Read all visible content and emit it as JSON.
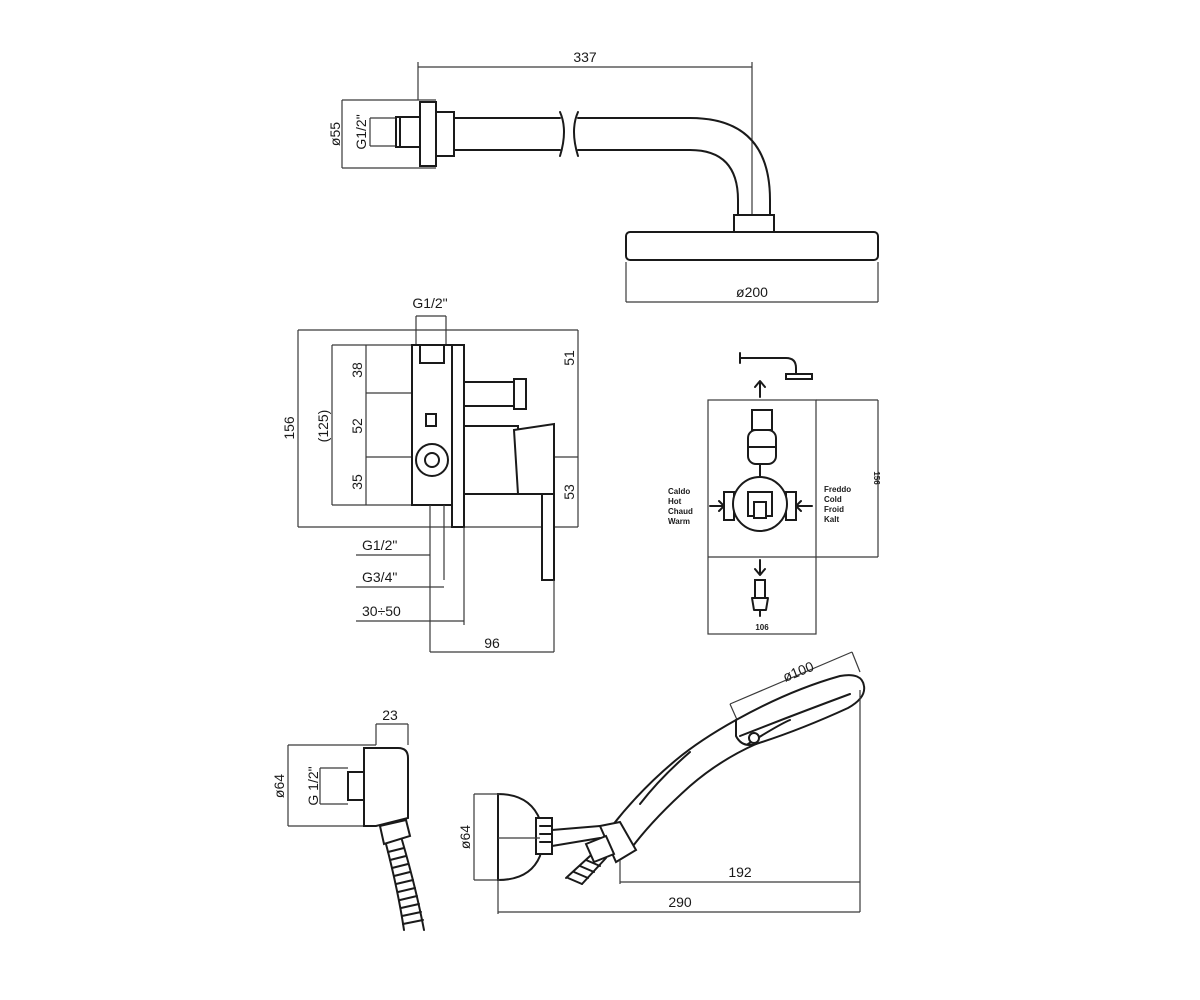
{
  "shower_arm": {
    "length": "337",
    "flange_diameter": "ø55",
    "thread": "G1/2\"",
    "head_diameter": "ø200"
  },
  "mixer": {
    "top_thread": "G1/2\"",
    "height_total": "156",
    "height_inner": "(125)",
    "segment_top": "38",
    "segment_mid": "52",
    "segment_bottom": "35",
    "right_top": "51",
    "right_bottom": "53",
    "inlet_thread": "G1/2\"",
    "outlet_thread": "G3/4\"",
    "wall_depth": "30÷50",
    "depth": "96"
  },
  "flow_diagram": {
    "hot_labels": [
      "Caldo",
      "Hot",
      "Chaud",
      "Warm"
    ],
    "cold_labels": [
      "Freddo",
      "Cold",
      "Froid",
      "Kalt"
    ],
    "height": "156",
    "width": "106"
  },
  "wall_outlet": {
    "width": "23",
    "diameter": "ø64",
    "thread": "G 1/2\""
  },
  "hand_shower": {
    "head_diameter": "ø100",
    "holder_diameter": "ø64",
    "length_handle": "192",
    "length_total": "290"
  }
}
